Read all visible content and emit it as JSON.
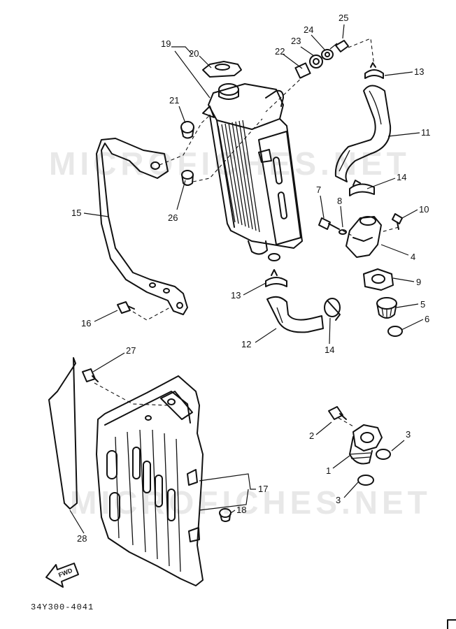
{
  "watermark": "MICROFICHES.NET",
  "diagram_code": "34Y300-4041",
  "fwd_label": "FWD",
  "callouts": {
    "c1": "1",
    "c2": "2",
    "c3a": "3",
    "c3b": "3",
    "c4": "4",
    "c5": "5",
    "c6": "6",
    "c7": "7",
    "c8": "8",
    "c9": "9",
    "c10": "10",
    "c11": "11",
    "c12": "12",
    "c13a": "13",
    "c13b": "13",
    "c14a": "14",
    "c14b": "14",
    "c15": "15",
    "c16": "16",
    "c17": "17",
    "c18": "18",
    "c19": "19",
    "c20": "20",
    "c21": "21",
    "c22": "22",
    "c23": "23",
    "c24": "24",
    "c25": "25",
    "c26": "26",
    "c27": "27",
    "c28": "28"
  }
}
